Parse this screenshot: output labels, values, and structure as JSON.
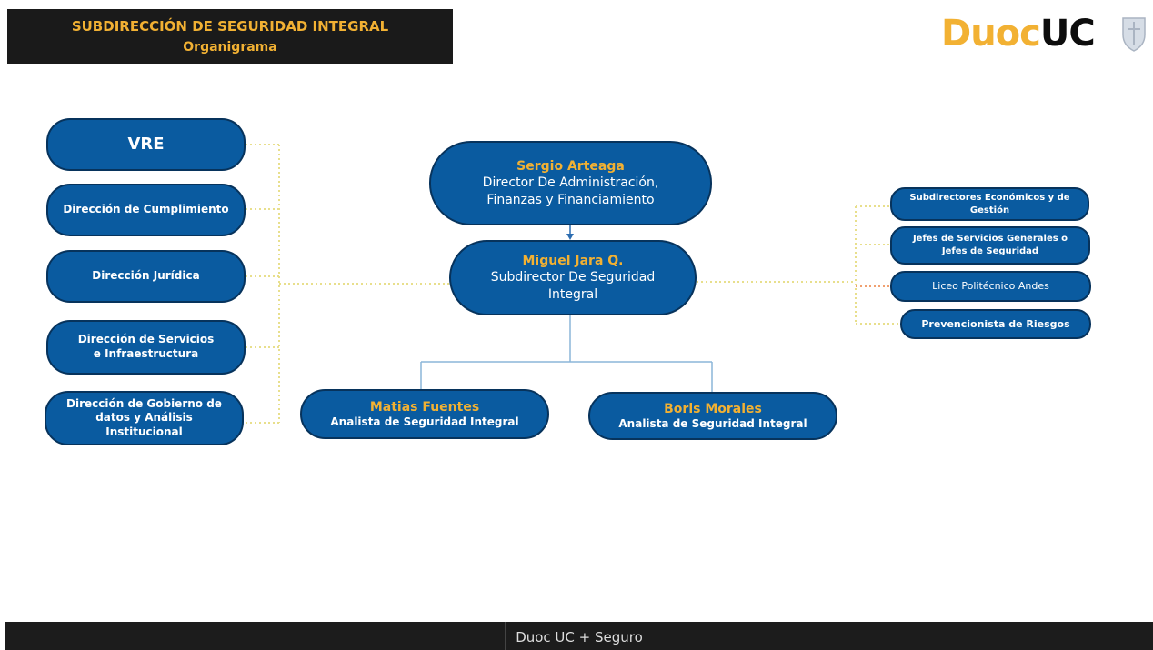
{
  "header": {
    "title": "SUBDIRECCIÓN DE SEGURIDAD INTEGRAL",
    "subtitle": "Organigrama"
  },
  "logo": {
    "part1": "Duoc",
    "part2": "UC"
  },
  "left_units": [
    {
      "label": "VRE"
    },
    {
      "label": "Dirección de Cumplimiento"
    },
    {
      "label": "Dirección Jurídica"
    },
    {
      "label": "Dirección de Servicios\ne  Infraestructura"
    },
    {
      "label": "Dirección de Gobierno de\ndatos y Análisis\nInstitucional"
    }
  ],
  "director": {
    "name": "Sergio Arteaga",
    "role": "Director De Administración,\nFinanzas y Financiamiento"
  },
  "subdirector": {
    "name": "Miguel Jara  Q.",
    "role": "Subdirector De Seguridad\nIntegral"
  },
  "analysts": [
    {
      "name": "Matias Fuentes",
      "role": "Analista de Seguridad Integral"
    },
    {
      "name": "Boris Morales",
      "role": "Analista de Seguridad Integral"
    }
  ],
  "right_units": [
    {
      "label": "Subdirectores Económicos y de\nGestión"
    },
    {
      "label": "Jefes de Servicios Generales o\nJefes de Seguridad"
    },
    {
      "label": "Liceo Politécnico Andes"
    },
    {
      "label": "Prevencionista de Riesgos"
    }
  ],
  "footer": {
    "text": "Duoc UC + Seguro"
  },
  "colors": {
    "node_fill": "#0a5ba0",
    "name_accent": "#f2b133",
    "connector": "#e8df8c",
    "hierarchy_line": "#8bb6d9"
  }
}
